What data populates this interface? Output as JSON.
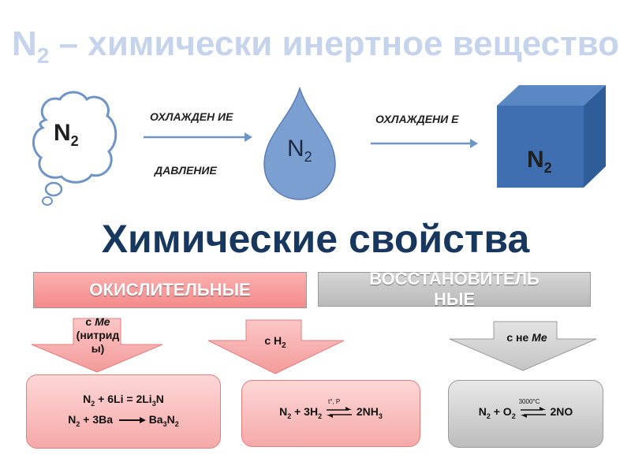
{
  "title": {
    "pre": "N",
    "sub": "2",
    "post": " – химически инертное вещество"
  },
  "states": {
    "gas": {
      "label": "N",
      "sub": "2"
    },
    "liquid": {
      "label": "N",
      "sub": "2"
    },
    "solid": {
      "label": "N",
      "sub": "2"
    }
  },
  "transitions": {
    "first_top": "ОХЛАЖДЕН ИЕ",
    "first_bottom": "ДАВЛЕНИЕ",
    "second": "ОХЛАЖДЕНИ Е"
  },
  "heading": "Химические свойства",
  "categories": {
    "oxidizing": "ОКИСЛИТЕЛЬНЫЕ",
    "reducing": "ВОССТАНОВИТЕЛЬ НЫЕ"
  },
  "arrows": {
    "with_metal_pre": "с ",
    "with_metal_em": "Ме",
    "with_metal_note": "(нитриды)",
    "with_h2_pre": "с H",
    "with_h2_sub": "2",
    "non_metal_pre": "с не ",
    "non_metal_em": "Ме"
  },
  "reactions": {
    "box1": {
      "line1": [
        "N",
        "2",
        " + 6Li = 2Li",
        "3",
        "N"
      ],
      "line2": [
        "N",
        "2",
        " + 3Ba ",
        "Ba",
        "3",
        "N",
        "2"
      ]
    },
    "box2": {
      "condition": "t°, P",
      "eq": [
        "N",
        "2",
        " + 3H",
        "2",
        "2NH",
        "3"
      ]
    },
    "box3": {
      "condition": "3000°C",
      "eq": [
        "N",
        "2",
        " + O",
        "2",
        "2NO"
      ]
    }
  },
  "colors": {
    "title": "#c5d4ec",
    "heading": "#17375e",
    "liquid": "#6f94c8",
    "solid_front": "#3f6fb0",
    "oxidizing": "#f48a8a",
    "reducing": "#b9b9b9"
  }
}
